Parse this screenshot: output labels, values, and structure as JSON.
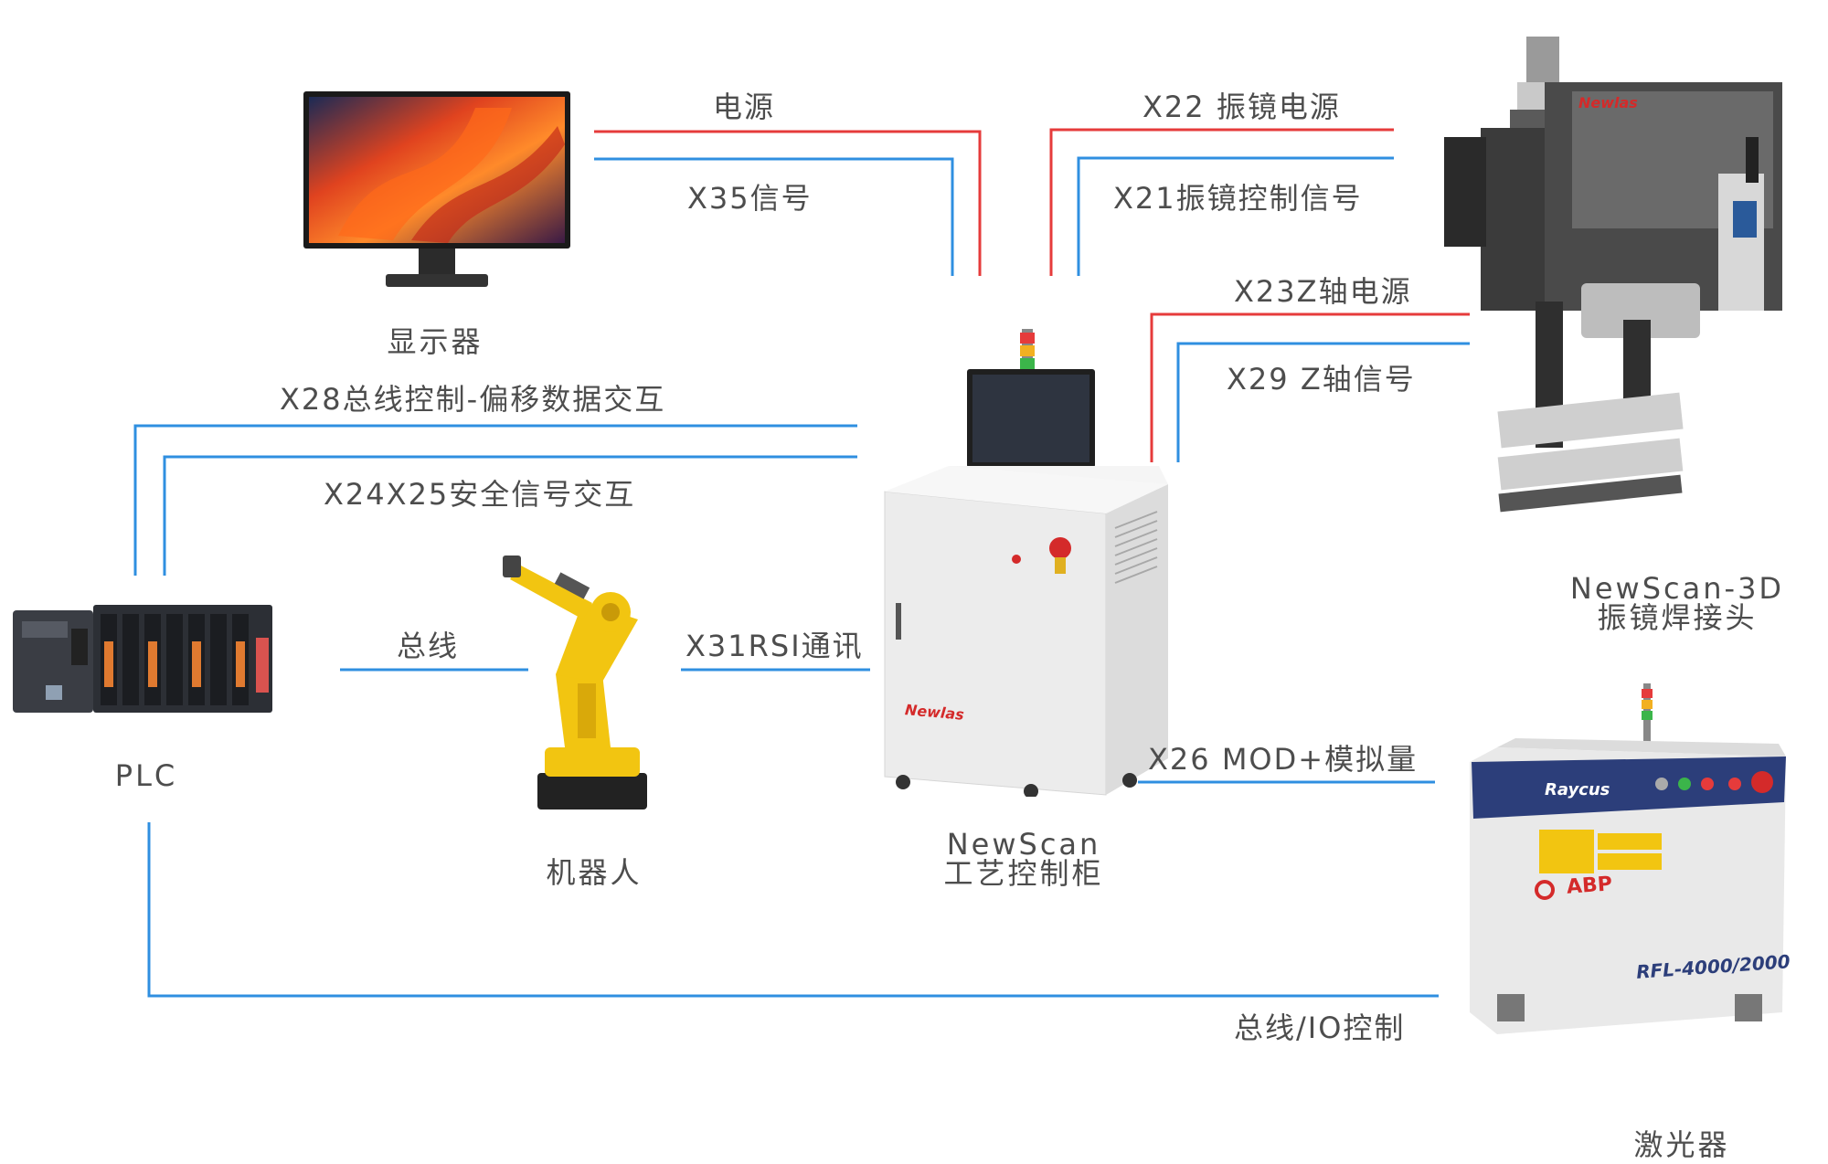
{
  "colors": {
    "power_line": "#e63b3b",
    "signal_line": "#2f8fe0",
    "robot": "#f2c511",
    "cabinet": "#ededed",
    "accent_red": "#d42a2a"
  },
  "devices": {
    "monitor": {
      "caption": "显示器",
      "icon": "monitor-icon"
    },
    "plc": {
      "caption": "PLC",
      "icon": "plc-icon"
    },
    "robot": {
      "caption": "机器人",
      "icon": "robot-arm-icon"
    },
    "cabinet": {
      "caption_line1": "NewScan",
      "caption_line2": "工艺控制柜",
      "brand": "Newlas",
      "icon": "control-cabinet-icon"
    },
    "scanhead": {
      "caption_line1": "NewScan-3D",
      "caption_line2": "振镜焊接头",
      "brand": "Newlas",
      "icon": "welding-head-icon"
    },
    "laser": {
      "caption": "激光器",
      "brand": "Raycus",
      "mark": "ABP",
      "model": "RFL-4000/2000",
      "icon": "laser-icon"
    }
  },
  "connections": {
    "monitor_power": "电源",
    "monitor_signal": "X35信号",
    "galvo_power": "X22 振镜电源",
    "galvo_signal": "X21振镜控制信号",
    "z_power": "X23Z轴电源",
    "z_signal": "X29 Z轴信号",
    "bus_offset": "X28总线控制-偏移数据交互",
    "safety": "X24X25安全信号交互",
    "bus": "总线",
    "rsi": "X31RSI通讯",
    "mod": "X26 MOD+模拟量",
    "io": "总线/IO控制"
  }
}
